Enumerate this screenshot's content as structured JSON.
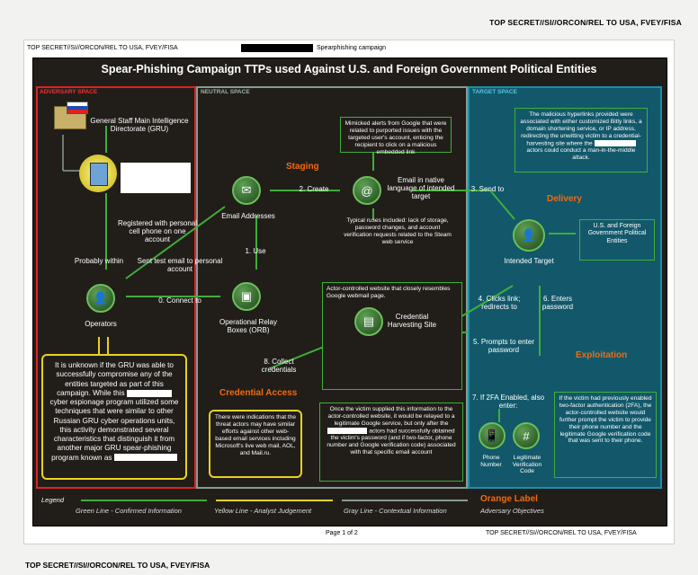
{
  "banners": {
    "top": "TOP SECRET//SI//ORCON/REL TO USA, FVEY/FISA",
    "bottom": "TOP SECRET//SI//ORCON/REL TO USA, FVEY/FISA"
  },
  "sheet": {
    "header_class": "TOP SECRET//SI//ORCON/REL TO USA, FVEY/FISA",
    "header_topic": "Spearphishing campaign",
    "page": "Page 1 of 2",
    "footer_class": "TOP SECRET//SI//ORCON/REL TO USA, FVEY/FISA"
  },
  "slide": {
    "title": "Spear-Phishing Campaign TTPs used Against U.S. and Foreign Government Political Entities",
    "regions": {
      "adversary": "ADVERSARY SPACE",
      "neutral": "NEUTRAL SPACE",
      "target": "TARGET SPACE"
    },
    "nodes": {
      "gru": "General Staff Main Intelligence Directorate (GRU)",
      "operators": "Operators",
      "email_addresses": "Email Addresses",
      "orb": "Operational Relay Boxes (ORB)",
      "email_native": "Email in native language of intended target",
      "intended_target": "Intended Target",
      "harvesting": "Credential Harvesting Site",
      "us_foreign": "U.S. and Foreign Government Political Entities",
      "phone_number": "Phone Number",
      "legit_code": "Legitimate Verification Code"
    },
    "labels": {
      "registered": "Registered with personal cell phone on one account",
      "probably": "Probably within",
      "sent_test": "Sent test email to personal account",
      "connect": "0. Connect to",
      "use": "1. Use",
      "create": "2. Create",
      "send_to": "3. Send to",
      "clicks": "4. Clicks link; redirects to",
      "prompts": "5. Prompts to enter password",
      "enters": "6. Enters password",
      "twofa": "7. If 2FA Enabled, also enter:",
      "collect": "8. Collect credentials"
    },
    "stages": {
      "staging": "Staging",
      "delivery": "Delivery",
      "credential_access": "Credential Access",
      "exploitation": "Exploitation"
    },
    "boxes": {
      "mimicked": "Mimicked alerts from Google that were related to purported issues with the targeted user's account, enticing the recipient to click on a malicious embedded link",
      "typical_ruses": "Typical ruses included: lack of storage, password changes, and account verification requests related to the Steam web service",
      "malicious_links_pre": "The malicious hyperlinks provided were associated with either customized Bitly links, a domain shortening service, or IP address, redirecting the unwitting victim to a credential-harvesting site where the",
      "malicious_links_post": "actors could conduct a man-in-the-middle attack.",
      "actor_site": "Actor-controlled website that closely resembles Google webmail page.",
      "once_victim_pre": "Once the victim supplied this information to the actor-controlled website, it would be relayed to a legitimate Google service, but only after the",
      "once_victim_post": "actors had successfully obtained the victim's password (and if two-factor, phone number and Google verification code) associated with that specific email account",
      "indications": "There were indications that the threat actors may have similar efforts against other web-based email services including Microsoft's live web mail, AOL, and Mail.ru.",
      "previously_2fa": "If the victim had previously enabled two-factor authentication (2FA), the actor-controlled website would further prompt the victim to provide their phone number and the legitimate Google verification code that was sent to their phone.",
      "unknown_1": "It is unknown if the GRU was able to successfully compromise any of the entities targeted as part of this campaign. While this",
      "unknown_2": "cyber espionage program utilized some techniques that were similar to other Russian GRU cyber operations units, this activity demonstrated several characteristics that distinguish it from another major GRU spear-phishing program known as"
    },
    "legend": {
      "title": "Legend",
      "green": "Green Line - Confirmed Information",
      "yellow": "Yellow Line - Analyst Judgement",
      "gray": "Gray Line - Contextual Information",
      "orange_title": "Orange Label",
      "orange_desc": "Adversary Objectives"
    }
  },
  "colors": {
    "adversary": "#d22222",
    "neutral": "#8a9a93",
    "target": "#1c8fa8",
    "green_line": "#3fae3a",
    "yellow_line": "#e8d21f",
    "orange_label": "#f06a10"
  },
  "icons": [
    "building-icon",
    "server-icon",
    "operator-icon",
    "email-icon",
    "relay-box-icon",
    "globe-email-icon",
    "target-user-icon",
    "webpage-icon",
    "phone-icon",
    "code-icon"
  ]
}
